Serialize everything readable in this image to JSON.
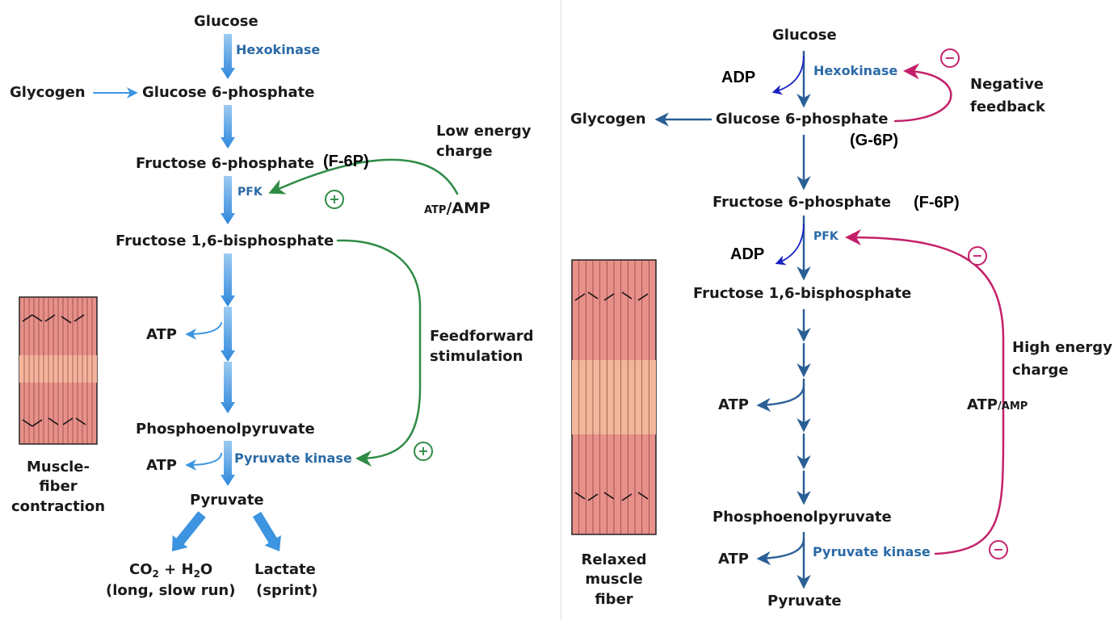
{
  "colors": {
    "left_arrow": "#3d94e0",
    "right_arrow": "#2a5f96",
    "enzyme": "#2a6aa6",
    "stimulation": "#2e8b45",
    "inhibition": "#c4206a",
    "muscle": "#e8908a",
    "muscle_relaxed": "#f3b595"
  },
  "left": {
    "glucose": "Glucose",
    "hexokinase": "Hexokinase",
    "glycogen": "Glycogen",
    "g6p": "Glucose 6-phosphate",
    "f6p": "Fructose 6-phosphate",
    "f6p_abbr": "(F-6P)",
    "pfk": "PFK",
    "low_energy_1": "Low energy",
    "low_energy_2": "charge",
    "atp_small": "ATP",
    "amp": "/AMP",
    "f16bp": "Fructose 1,6-bisphosphate",
    "atp1": "ATP",
    "feedforward_1": "Feedforward",
    "feedforward_2": "stimulation",
    "pep": "Phosphoenolpyruvate",
    "atp2": "ATP",
    "pyruvate_kinase": "Pyruvate kinase",
    "pyruvate": "Pyruvate",
    "muscle_1": "Muscle-",
    "muscle_2": "fiber",
    "muscle_3": "contraction",
    "co2_a": "CO",
    "co2_sub": "2",
    "co2_b": " + H",
    "h2o_sub": "2",
    "co2_c": "O",
    "long_run": "(long, slow run)",
    "lactate": "Lactate",
    "sprint": "(sprint)",
    "plus": "+"
  },
  "right": {
    "glucose": "Glucose",
    "adp1": "ADP",
    "hexokinase": "Hexokinase",
    "negative_1": "Negative",
    "negative_2": "feedback",
    "glycogen": "Glycogen",
    "g6p": "Glucose 6-phosphate",
    "g6p_abbr": "(G-6P)",
    "f6p": "Fructose 6-phosphate",
    "f6p_abbr": "(F-6P)",
    "adp2": "ADP",
    "pfk": "PFK",
    "f16bp": "Fructose 1,6-bisphosphate",
    "high_energy_1": "High energy",
    "high_energy_2": "charge",
    "atp_amp_a": "ATP",
    "atp_amp_b": "/AMP",
    "atp1": "ATP",
    "pep": "Phosphoenolpyruvate",
    "atp2": "ATP",
    "pyruvate_kinase": "Pyruvate kinase",
    "pyruvate": "Pyruvate",
    "relaxed_1": "Relaxed",
    "relaxed_2": "muscle",
    "relaxed_3": "fiber",
    "minus": "−"
  }
}
